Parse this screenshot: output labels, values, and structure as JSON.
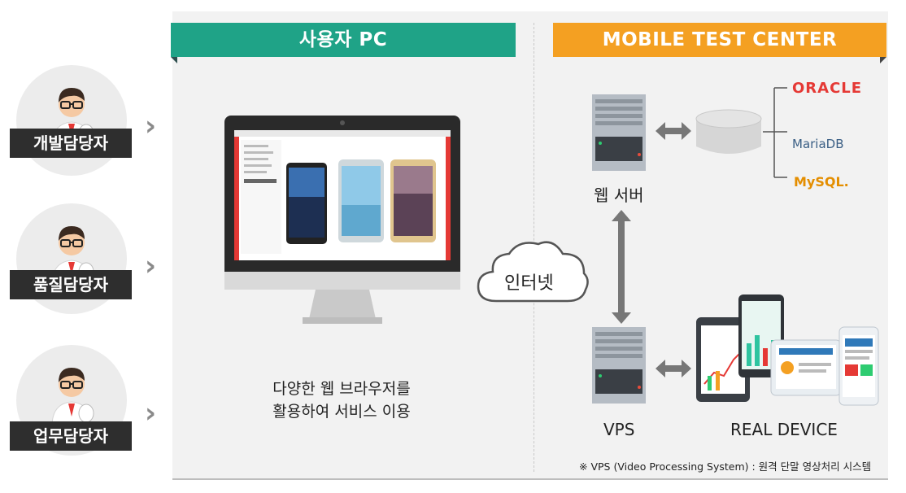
{
  "left_panel": {
    "title": "사용자 PC"
  },
  "right_panel": {
    "title": "MOBILE TEST CENTER"
  },
  "users": [
    {
      "label": "개발담당자"
    },
    {
      "label": "품질담당자"
    },
    {
      "label": "업무담당자"
    }
  ],
  "pc": {
    "description_line1": "다양한 웹 브라우저를",
    "description_line2": "활용하여 서비스 이용"
  },
  "internet": {
    "label": "인터넷"
  },
  "web_server": {
    "label": "웹 서버"
  },
  "vps": {
    "label": "VPS"
  },
  "real_device": {
    "label": "REAL DEVICE"
  },
  "databases": {
    "oracle": "ORACLE",
    "mariadb": "MariaDB",
    "mysql": "MySQL."
  },
  "footnote": "※ VPS (Video Processing System) : 원격 단말 영상처리 시스템",
  "colors": {
    "pc_banner": "#1fa387",
    "mtc_banner": "#f4a022",
    "tag_bg": "#2e2e2e",
    "panel_bg": "#f2f2f2"
  }
}
